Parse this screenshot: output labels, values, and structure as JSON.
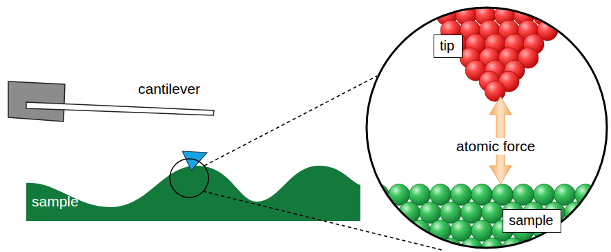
{
  "diagram": {
    "nodes": [
      {
        "text": [
          "tip"
        ]
      },
      {
        "text": [
          "sample"
        ]
      }
    ],
    "labels": [
      "cantilever",
      "sample",
      "atomic force"
    ]
  }
}
